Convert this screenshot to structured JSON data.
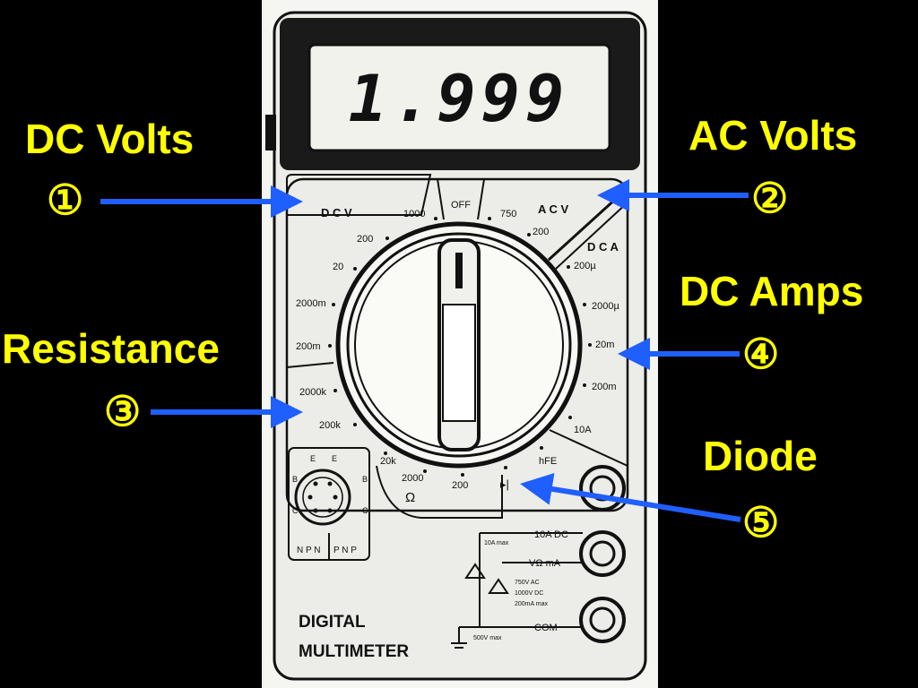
{
  "callouts": [
    {
      "label": "DC Volts",
      "number": "①"
    },
    {
      "label": "AC Volts",
      "number": "②"
    },
    {
      "label": "Resistance",
      "number": "③"
    },
    {
      "label": "DC Amps",
      "number": "④"
    },
    {
      "label": "Diode",
      "number": "⑤"
    }
  ],
  "meter": {
    "display": "1.999",
    "dcv": "D C V",
    "acv": "A C V",
    "dca": "D C A",
    "off": "OFF",
    "ohm": "Ω",
    "hfe": "hFE",
    "diode": "▸|",
    "dcv_ranges": [
      "1000",
      "200",
      "20",
      "2000m",
      "200m"
    ],
    "acv_ranges": [
      "750",
      "200"
    ],
    "dca_ranges": [
      "200µ",
      "2000µ",
      "20m",
      "200m",
      "10A"
    ],
    "ohm_ranges": [
      "2000k",
      "200k",
      "20k",
      "2000",
      "200"
    ],
    "transistor": {
      "npn": "N P N",
      "pnp": "P N P",
      "e": "E",
      "b": "B",
      "c": "C"
    },
    "jacks": {
      "ten_a": "10A DC",
      "v_ohm_ma": "VΩ mA",
      "com": "COM",
      "ten_a_max": "10A max",
      "warning1": "750V AC",
      "warning2": "1000V DC",
      "warning3": "200mA max",
      "com_max": "500V max"
    },
    "brand_line1": "DIGITAL",
    "brand_line2": "MULTIMETER"
  },
  "colors": {
    "label": "#ffff00",
    "arrow": "#1f5fff",
    "background": "#000000",
    "body": "#f2f2ee"
  }
}
